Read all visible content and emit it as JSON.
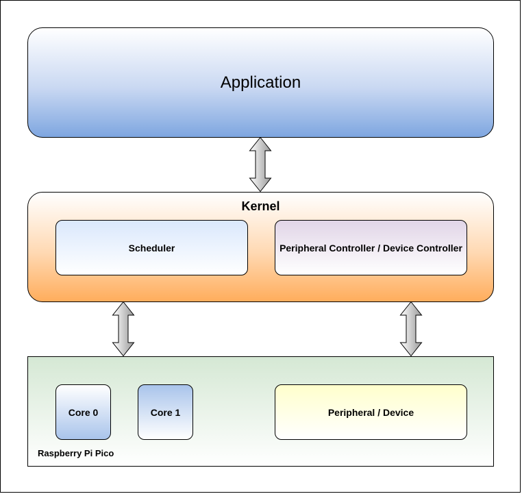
{
  "application": {
    "label": "Application"
  },
  "kernel": {
    "title": "Kernel",
    "scheduler": "Scheduler",
    "peripheral_controller": "Peripheral Controller / Device Controller"
  },
  "hardware": {
    "board_label": "Raspberry Pi Pico",
    "core0": "Core 0",
    "core1": "Core 1",
    "peripheral": "Peripheral / Device"
  },
  "colors": {
    "application_gradient": [
      "#ffffff",
      "#7ea6e0"
    ],
    "kernel_gradient": [
      "#ffffff",
      "#ffad5c"
    ],
    "scheduler_fill": "#dae8fc",
    "peripheral_controller_fill": "#e1d5e7",
    "board_fill": "#d5e8d4",
    "core_fill": "#a9c4eb",
    "peripheral_fill": "#ffffcc",
    "arrow_fill": "#999999"
  },
  "connectors": [
    {
      "from": "Application",
      "to": "Kernel",
      "style": "double-arrow"
    },
    {
      "from": "Scheduler",
      "to": "Core 0",
      "style": "double-arrow"
    },
    {
      "from": "Peripheral Controller / Device Controller",
      "to": "Peripheral / Device",
      "style": "double-arrow"
    }
  ]
}
